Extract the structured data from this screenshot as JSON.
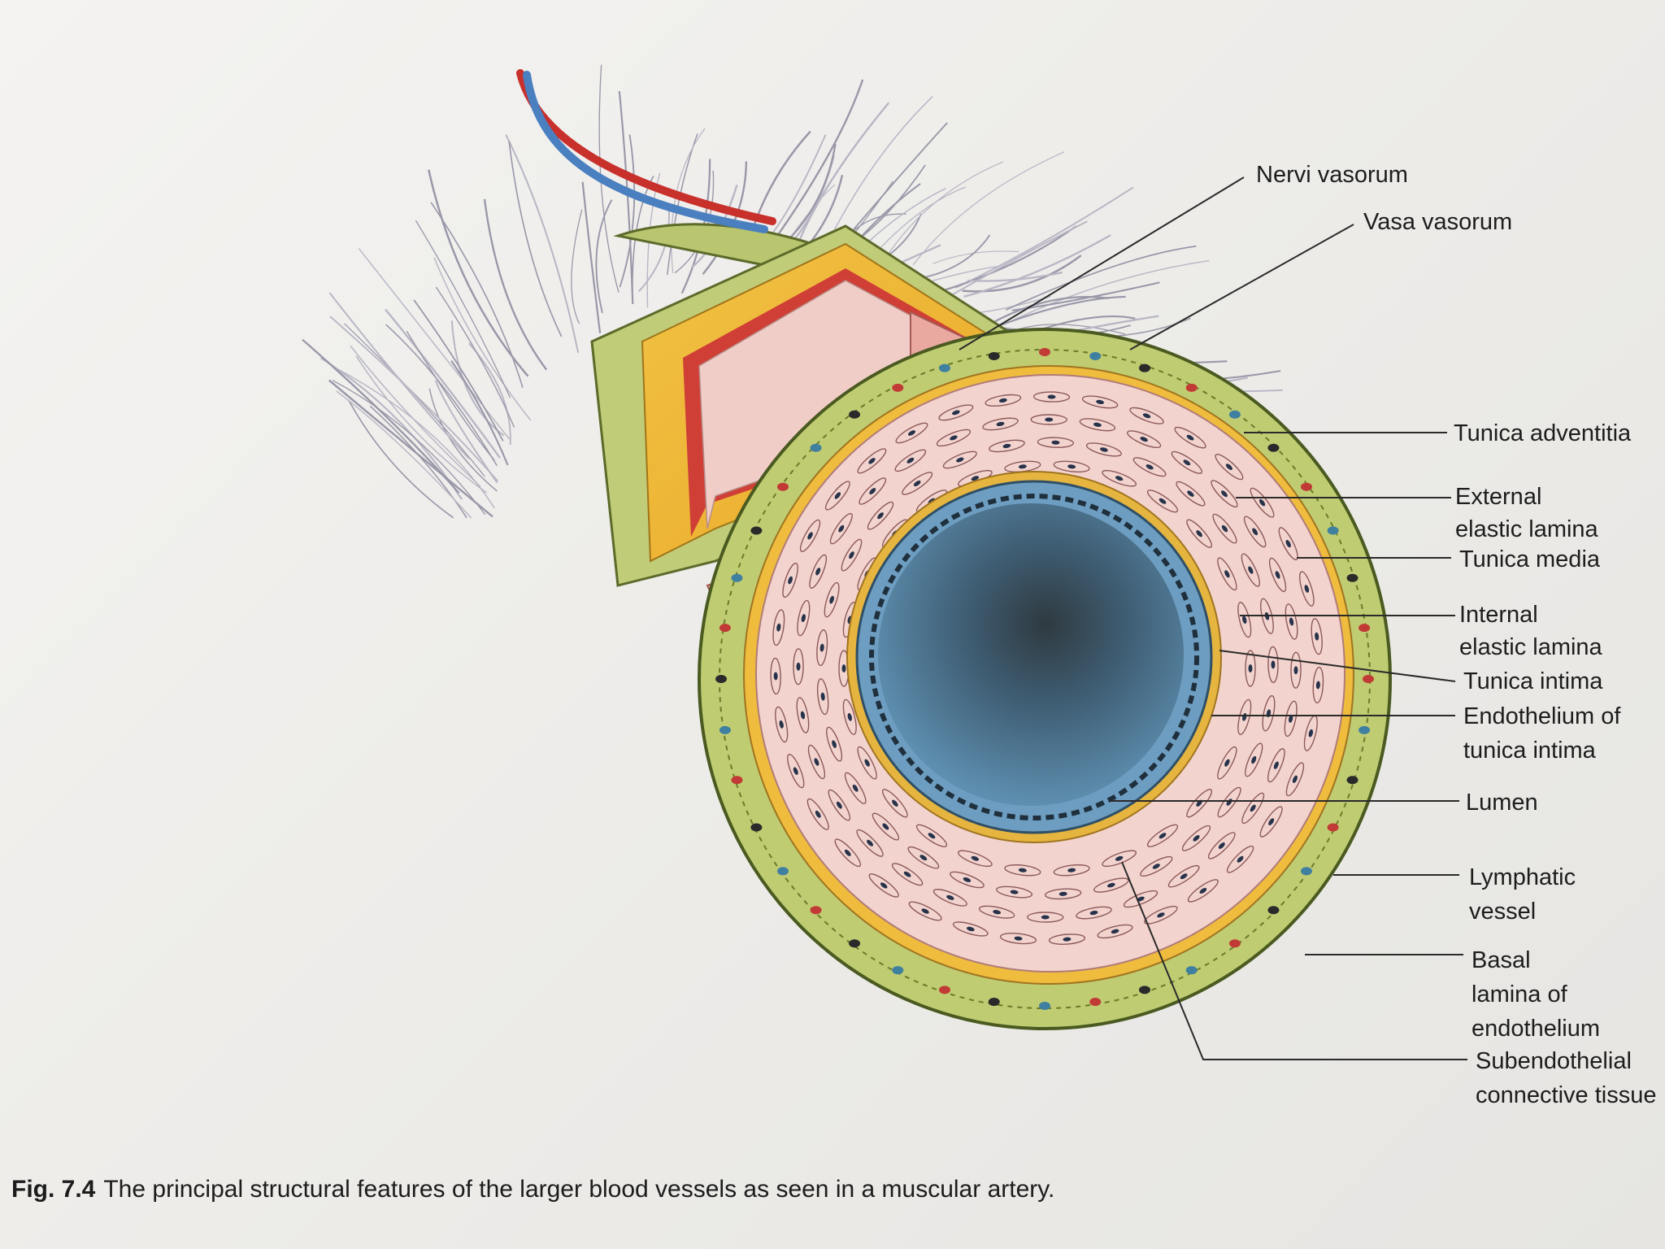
{
  "labels": {
    "nervi_vasorum": "Nervi vasorum",
    "vasa_vasorum": "Vasa vasorum",
    "tunica_adventitia": "Tunica adventitia",
    "external_elastic_lamina": [
      "External",
      "elastic lamina"
    ],
    "tunica_media": "Tunica media",
    "internal_elastic_lamina": [
      "Internal",
      "elastic lamina"
    ],
    "tunica_intima": "Tunica intima",
    "endothelium": [
      "Endothelium of",
      "tunica intima"
    ],
    "lumen": "Lumen",
    "lymphatic_vessel": [
      "Lymphatic",
      "vessel"
    ],
    "basal_lamina": [
      "Basal",
      "lamina of",
      "endothelium"
    ],
    "subendothelial": [
      "Subendothelial",
      "connective tissue"
    ]
  },
  "caption": {
    "figure_number": "Fig. 7.4",
    "text": "The principal structural features of the larger blood vessels as seen in a muscular artery."
  },
  "colors": {
    "adventitia": "#b7c470",
    "elastic": "#e8b83a",
    "media": "#f1c9c4",
    "intima": "#5f8fb3",
    "lumen": "#3a4a5a",
    "artery": "#c8302c",
    "vein": "#4a7fc0"
  }
}
